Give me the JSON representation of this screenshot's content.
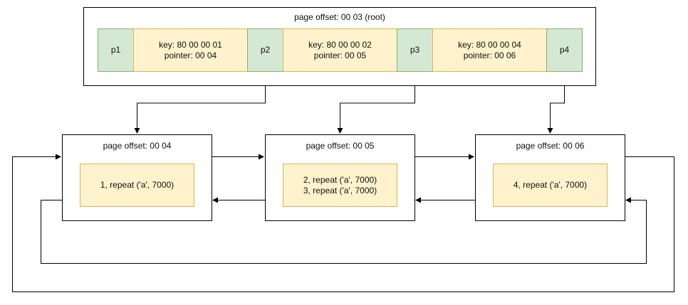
{
  "root": {
    "title": "page offset: 00 03 (root)",
    "pointers": [
      "p1",
      "p2",
      "p3",
      "p4"
    ],
    "keys": [
      {
        "key": "key: 80 00 00 01",
        "pointer": "pointer: 00 04"
      },
      {
        "key": "key: 80 00 00 02",
        "pointer": "pointer: 00 05"
      },
      {
        "key": "key: 80 00 00 04",
        "pointer": "pointer: 00 06"
      }
    ]
  },
  "leaves": [
    {
      "title": "page offset: 00 04",
      "records": [
        "1, repeat ('a', 7000)"
      ]
    },
    {
      "title": "page offset: 00 05",
      "records": [
        "2, repeat ('a', 7000)",
        "3, repeat ('a', 7000)"
      ]
    },
    {
      "title": "page offset: 00 06",
      "records": [
        "4, repeat ('a', 7000)"
      ]
    }
  ],
  "colors": {
    "pointer_fill": "#d5e8d4",
    "pointer_stroke": "#82b366",
    "key_fill": "#fff2cc",
    "key_stroke": "#d6b656",
    "edge": "#000000"
  }
}
